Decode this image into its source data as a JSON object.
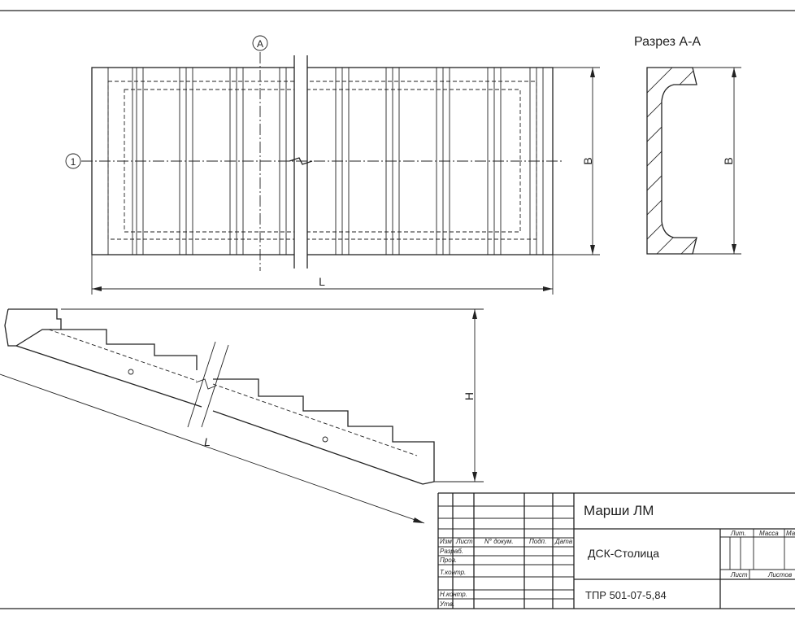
{
  "section_title": "Разрез А-А",
  "markers": {
    "axis_a": "А",
    "axis_1": "1"
  },
  "dimensions": {
    "length": "L",
    "width": "B",
    "height": "H",
    "stair_length": "L"
  },
  "title_block": {
    "title": "Марши ЛМ",
    "organization": "ДСК-Столица",
    "document_code": "ТПР 501-07-5,84",
    "columns": [
      "Изм",
      "Лист",
      "N° докум.",
      "Подп.",
      "Дата"
    ],
    "rows": [
      "Разраб.",
      "Пров.",
      "Т.контр.",
      "Н.контр.",
      "Утв."
    ],
    "right_headers": [
      "Лит.",
      "Масса",
      "Ма"
    ],
    "sheet_labels": [
      "Лист",
      "Листов"
    ]
  }
}
